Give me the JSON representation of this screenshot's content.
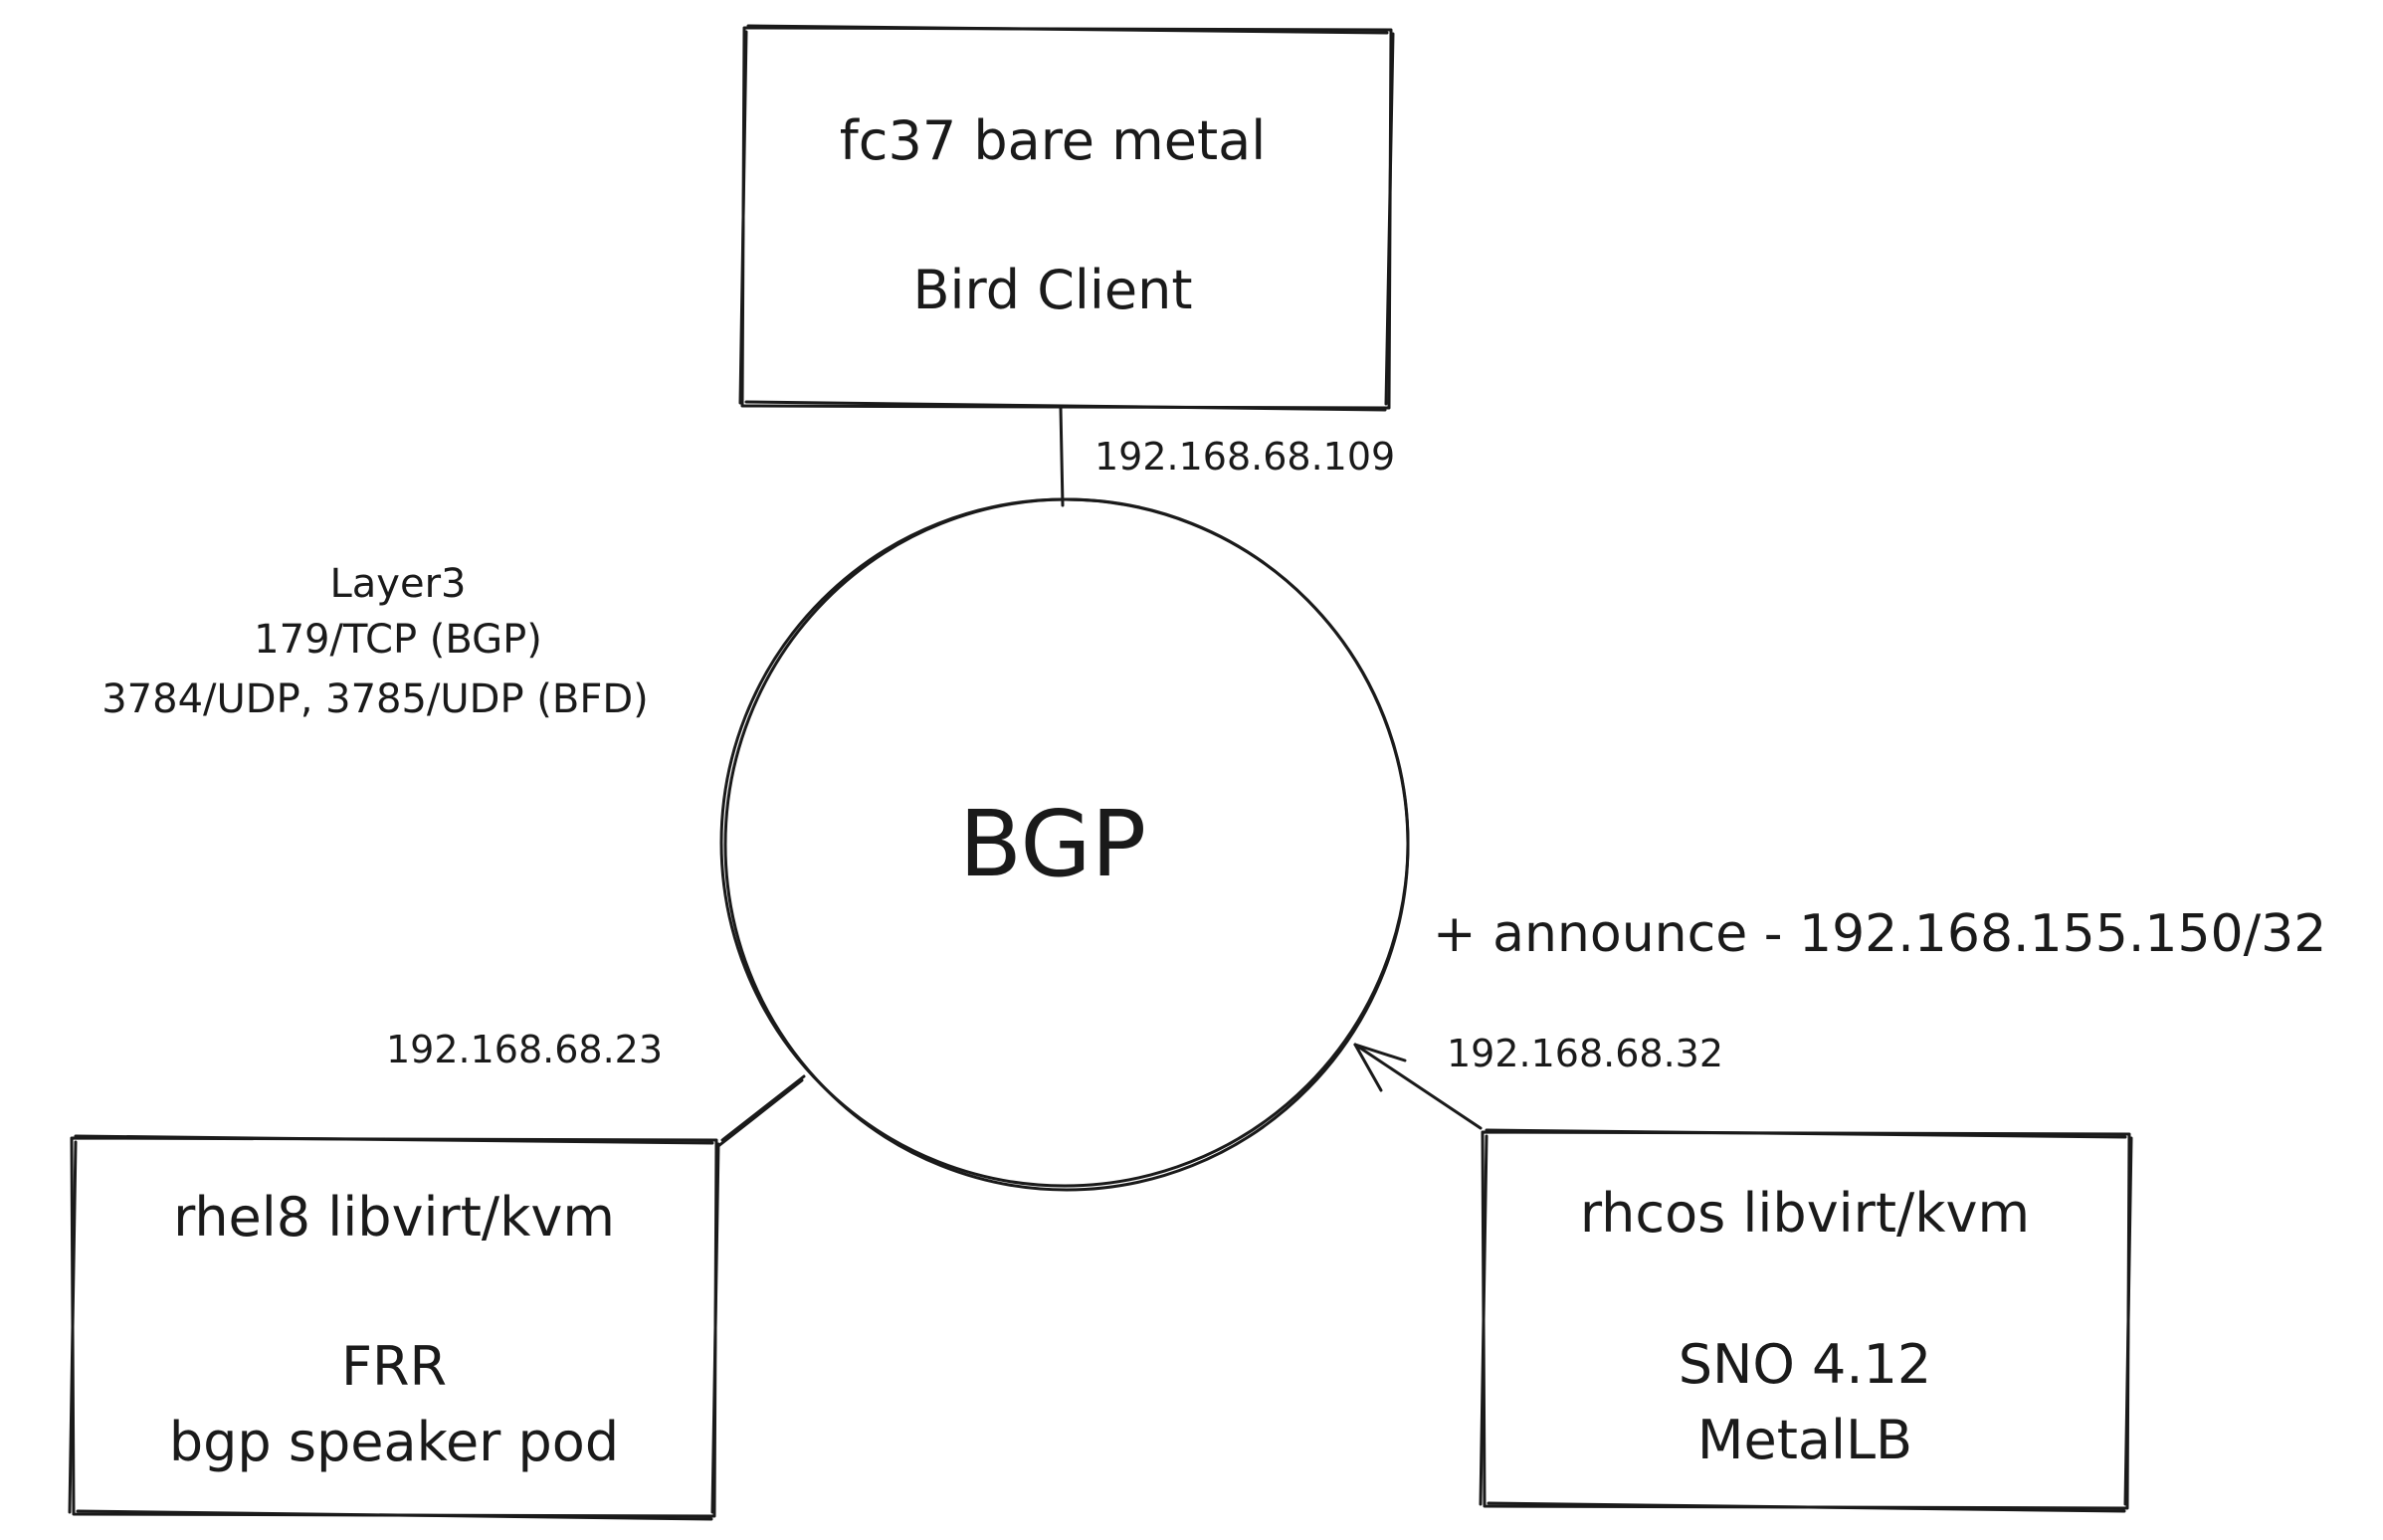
{
  "nodes": {
    "top": {
      "line1": "fc37 bare metal",
      "line2": "Bird Client"
    },
    "bottom_left": {
      "line1": "rhel8 libvirt/kvm",
      "line2": "FRR",
      "line3": "bgp speaker pod"
    },
    "bottom_right": {
      "line1": "rhcos libvirt/kvm",
      "line2": "SNO 4.12",
      "line3": "MetalLB"
    }
  },
  "center": {
    "label": "BGP"
  },
  "links": {
    "top_ip": "192.168.68.109",
    "left_ip": "192.168.68.23",
    "right_ip": "192.168.68.32"
  },
  "protocol_note": {
    "line1": "Layer3",
    "line2": "179/TCP (BGP)",
    "line3": "3784/UDP, 3785/UDP (BFD)"
  },
  "announcement": "+ announce - 192.168.155.150/32",
  "colors": {
    "ink": "#1a1a1a",
    "background": "#ffffff"
  }
}
